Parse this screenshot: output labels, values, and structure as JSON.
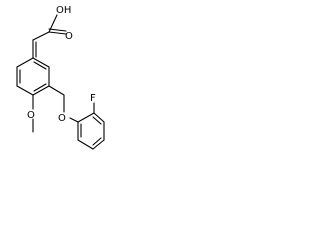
{
  "molecule": {
    "atom_labels": {
      "carboxylic_acid_oxygen": "OH",
      "carbonyl_oxygen": "O",
      "methoxy_oxygen": "O",
      "ether_oxygen": "O",
      "fluorine": "F"
    }
  },
  "colors": {
    "bond": "#000000",
    "label": "#000000",
    "background": "#ffffff"
  }
}
